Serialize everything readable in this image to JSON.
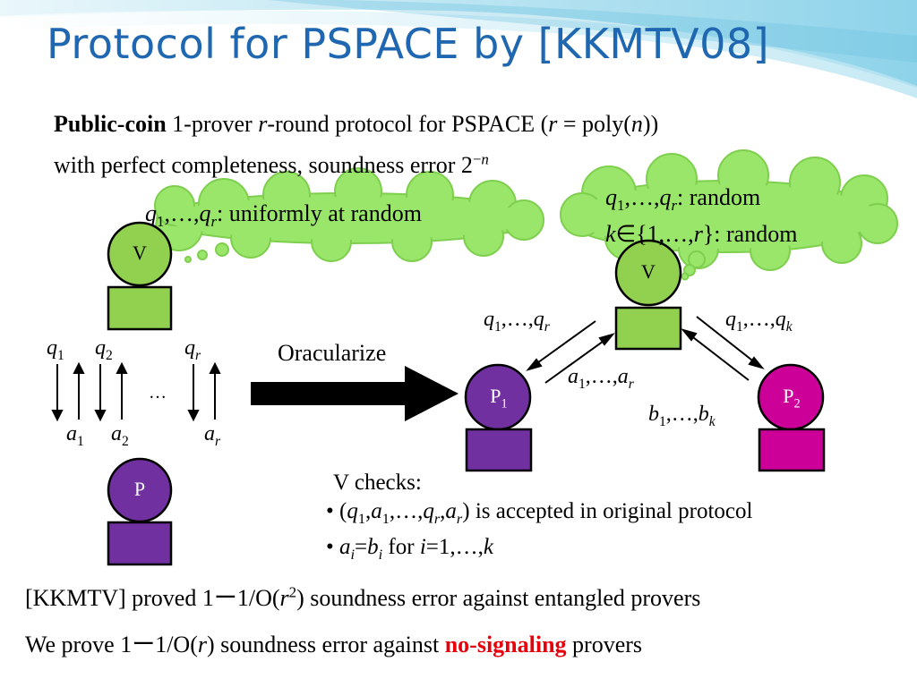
{
  "title": "Protocol for PSPACE by [KKMTV08]",
  "intro": {
    "line1_bold": "Public-coin",
    "line1_a": " 1-prover ",
    "var_r": "r",
    "line1_b": "-round protocol for PSPACE (",
    "line1_c": " = poly(",
    "var_n": "n",
    "line1_d": "))",
    "line2": "with perfect completeness, soundness error 2",
    "exp_minus": "−",
    "exp_n": "n"
  },
  "cloud_left": {
    "q": "q",
    "s1": "1",
    "mid": ",…,",
    "sr": "r",
    "rest": ": uniformly at random"
  },
  "cloud_right": {
    "q": "q",
    "s1": "1",
    "mid": ",…,",
    "sr": "r",
    "rest1": ": random",
    "k": "k",
    "set_a": "∈{1,…,",
    "set_r": "r",
    "rest2": "}: random"
  },
  "left_protocol": {
    "verifier_label": "V",
    "prover_label": "P",
    "q": "q",
    "a": "a",
    "s1": "1",
    "s2": "2",
    "sr": "r",
    "dots": "…"
  },
  "arrow_label": "Oracularize",
  "right_protocol": {
    "verifier_label": "V",
    "p": "P",
    "s1": "1",
    "s2": "2",
    "mid": ",…,",
    "sr": "r",
    "sk": "k",
    "q": "q",
    "a": "a",
    "b": "b"
  },
  "checks": {
    "header": "V checks:",
    "bullet": "•",
    "item1_open": " (",
    "q": "q",
    "a": "a",
    "s1": "1",
    "sr": "r",
    "comma": ",",
    "ellipsis": ",…,",
    "item1_close": ") is accepted in original protocol",
    "ai": "a",
    "si": "i",
    "eq": "=",
    "bi": "b",
    "for_text": " for ",
    "i": "i",
    "range": "=1,…,",
    "k": "k"
  },
  "bottom": {
    "line1_a": "[KKMTV] proved 1ー1/O(",
    "r": "r",
    "exp2": "2",
    "line1_b": ") soundness error against entangled provers",
    "line2_a": "We prove 1ー1/O(",
    "line2_b": ") soundness error against ",
    "highlight": "no-signaling",
    "line2_c": " provers"
  },
  "colors": {
    "title": "#1f67b0",
    "cloud": "#99e66b",
    "verifier": "#92d050",
    "prover": "#7030a0",
    "prover2": "#cc0099",
    "highlight": "#e8000b"
  }
}
